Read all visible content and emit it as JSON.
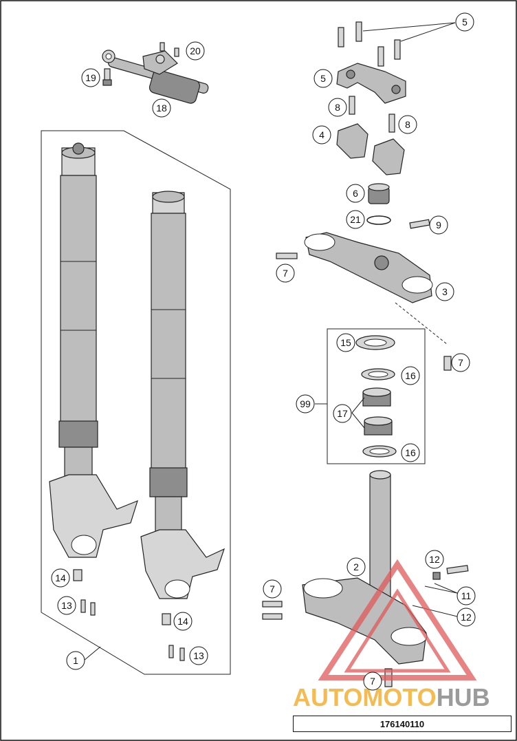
{
  "diagram": {
    "reference_number": "176140110",
    "callouts": [
      "1",
      "2",
      "3",
      "4",
      "5",
      "6",
      "7",
      "8",
      "9",
      "11",
      "12",
      "13",
      "14",
      "15",
      "16",
      "17",
      "18",
      "19",
      "20",
      "21",
      "99"
    ],
    "watermark": {
      "auto": "AUTO",
      "moto": "MOTO",
      "hub": "HUB",
      "colors": {
        "auto": "#f2a51a",
        "moto": "#f2a51a",
        "hub": "#7a7a7a",
        "triangle": "#e05a5a"
      }
    }
  }
}
